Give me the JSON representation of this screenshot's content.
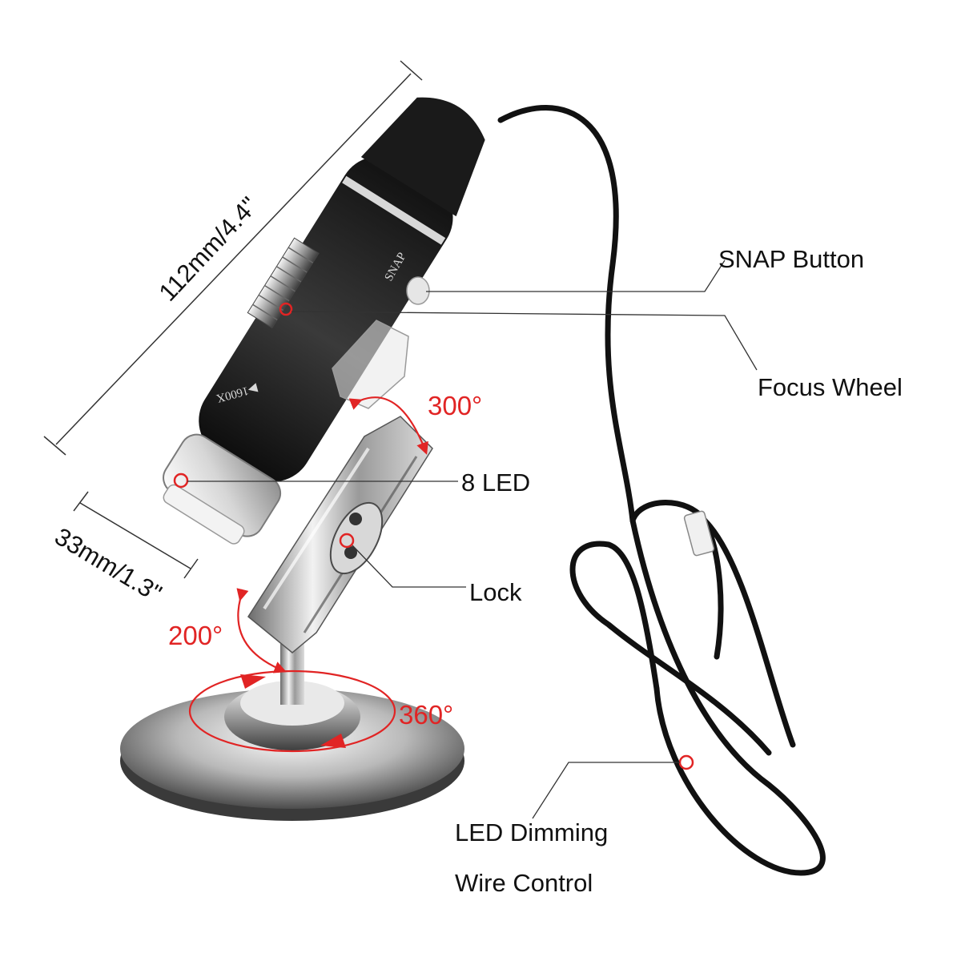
{
  "dimensions": {
    "length": "112mm/4.4\"",
    "diameter": "33mm/1.3\""
  },
  "labels": {
    "snap_button": "SNAP Button",
    "focus_wheel": "Focus Wheel",
    "led": "8 LED",
    "lock": "Lock",
    "led_dimming_line1": "LED Dimming",
    "led_dimming_line2": "Wire Control"
  },
  "rotations": {
    "holder": "300°",
    "arm": "200°",
    "base": "360°"
  },
  "engravings": {
    "snap": "SNAP",
    "magnification": "▶1600X"
  },
  "colors": {
    "annotation_red": "#e12424",
    "body_black": "#1c1c1c",
    "chrome": "#c8c8c8"
  }
}
